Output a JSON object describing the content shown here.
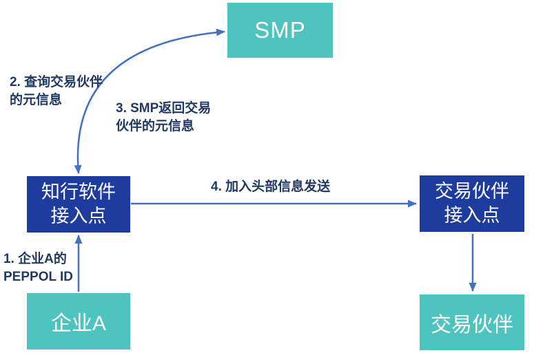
{
  "colors": {
    "teal": "#4EC4C1",
    "dark_blue": "#1E3C9E",
    "arrow_blue": "#4470C2",
    "label_text": "#1F3864",
    "box_text": "#FFFFFF",
    "background": "#FFFFFF"
  },
  "nodes": {
    "smp": {
      "label": "SMP"
    },
    "zhixing_ap": {
      "label": "知行软件\n接入点"
    },
    "partner_ap": {
      "label": "交易伙伴\n接入点"
    },
    "enterprise_a": {
      "label": "企业A"
    },
    "partner": {
      "label": "交易伙伴"
    }
  },
  "edge_labels": {
    "step1": "1. 企业A的\nPEPPOL ID",
    "step2": "2. 查询交易伙伴\n的元信息",
    "step3": "3. SMP返回交易\n伙伴的元信息",
    "step4": "4. 加入头部信息发送"
  },
  "edges": [
    {
      "from": "enterprise_a",
      "to": "zhixing_ap",
      "label": "1. 企业A的 PEPPOL ID",
      "direction": "up"
    },
    {
      "from": "zhixing_ap",
      "to": "smp",
      "label": "2. 查询交易伙伴的元信息 / 3. SMP返回交易伙伴的元信息",
      "direction": "both"
    },
    {
      "from": "zhixing_ap",
      "to": "partner_ap",
      "label": "4. 加入头部信息发送",
      "direction": "right"
    },
    {
      "from": "partner_ap",
      "to": "partner",
      "label": "",
      "direction": "down"
    }
  ]
}
